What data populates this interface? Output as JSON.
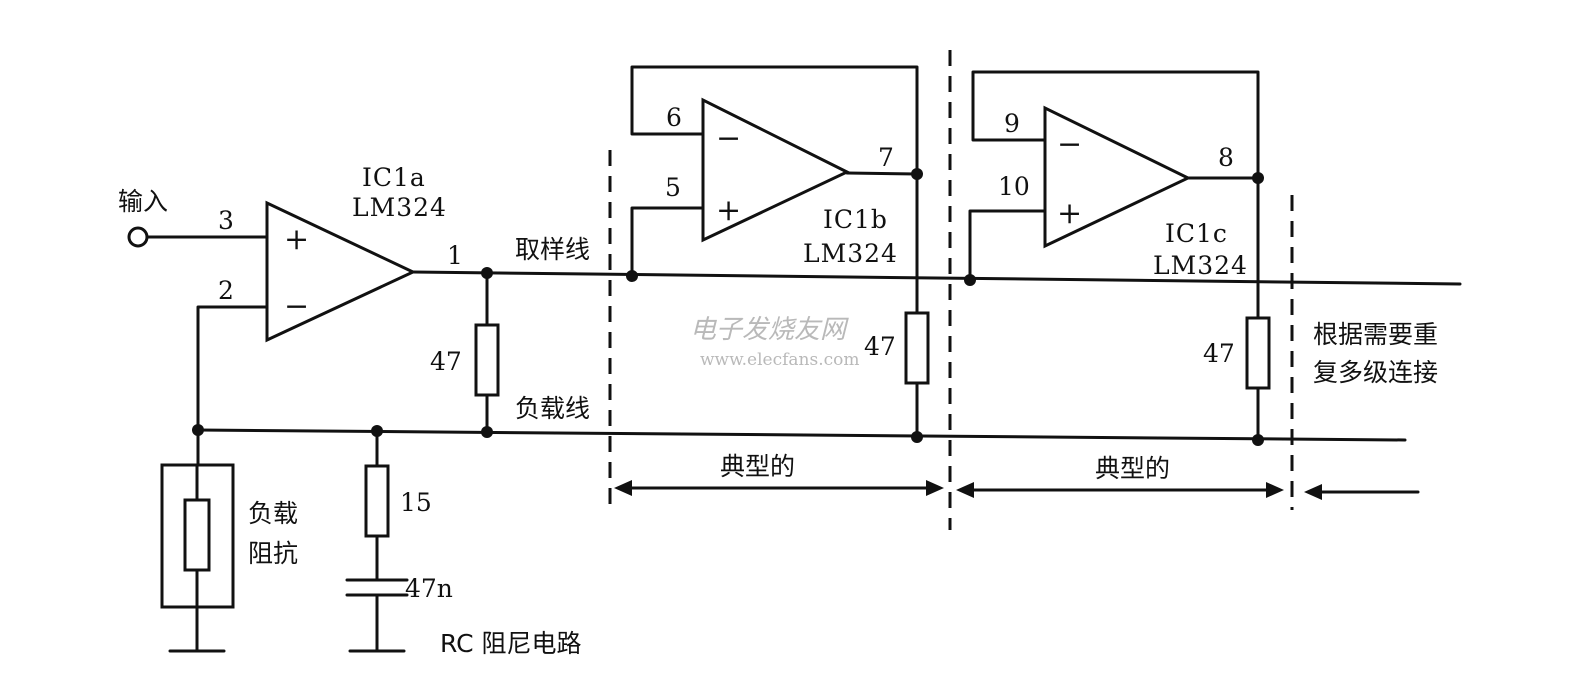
{
  "input_label": "输入",
  "opamps": [
    {
      "name": "IC1a",
      "part": "LM324",
      "pin_plus": "3",
      "pin_minus": "2",
      "pin_out": "1"
    },
    {
      "name": "IC1b",
      "part": "LM324",
      "pin_plus": "5",
      "pin_minus": "6",
      "pin_out": "7"
    },
    {
      "name": "IC1c",
      "part": "LM324",
      "pin_plus": "10",
      "pin_minus": "9",
      "pin_out": "8"
    }
  ],
  "op_symbols": {
    "plus": "+",
    "minus": "−"
  },
  "resistors": {
    "r1": "47",
    "r2": "47",
    "r3": "47",
    "damping": "15"
  },
  "capacitor": "47n",
  "labels": {
    "sampling_line": "取样线",
    "load_line": "负载线",
    "load_impedance_1": "负载",
    "load_impedance_2": "阻抗",
    "rc_snubber": "RC 阻尼电路",
    "typical": "典型的",
    "repeat_1": "根据需要重",
    "repeat_2": "复多级连接"
  },
  "watermark": {
    "cn": "电子发烧友网",
    "url": "www.elecfans.com"
  }
}
